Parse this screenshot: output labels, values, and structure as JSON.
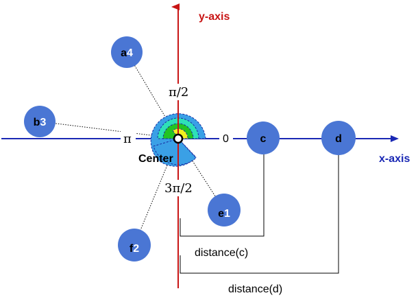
{
  "axes": {
    "x_label": "x-axis",
    "y_label": "y-axis",
    "x_color": "#1a28b4",
    "y_color": "#c81414"
  },
  "angles": {
    "zero": "0",
    "half_pi": "π/2",
    "pi": "π",
    "three_half_pi": "3π/2"
  },
  "center_label": "Center",
  "node_color": "#4a76d4",
  "nodes": [
    {
      "id": "a",
      "letter": "a",
      "digit": "4"
    },
    {
      "id": "b",
      "letter": "b",
      "digit": "3"
    },
    {
      "id": "c",
      "letter": "c",
      "digit": ""
    },
    {
      "id": "d",
      "letter": "d",
      "digit": ""
    },
    {
      "id": "e",
      "letter": "e",
      "digit": "1"
    },
    {
      "id": "f",
      "letter": "f",
      "digit": "2"
    }
  ],
  "distances": {
    "c": "distance(c)",
    "d": "distance(d)"
  },
  "sector_colors": {
    "outer": "#3aa0e6",
    "second": "#2ee0b8",
    "third": "#22c422",
    "inner": "#f0f020"
  }
}
